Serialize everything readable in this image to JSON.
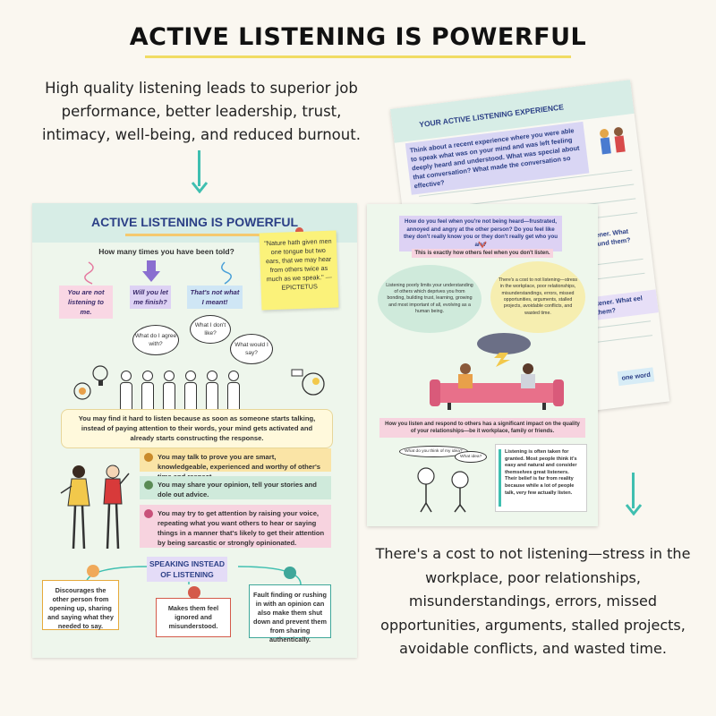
{
  "header": {
    "title": "ACTIVE LISTENING IS POWERFUL",
    "intro": "High quality listening leads to superior job performance, better leadership, trust, intimacy, well-being, and reduced burnout."
  },
  "sheet_left": {
    "title": "ACTIVE LISTENING IS POWERFUL",
    "question": "How many times you have been told?",
    "tags": [
      "You are not listening to me.",
      "Will you let me finish?",
      "That's not what I meant!"
    ],
    "quote": "\"Nature hath given men one tongue but two ears, that we may hear from others twice as much as we speak.\" — EPICTETUS",
    "bubbles": [
      "What do I agree with?",
      "What I don't like?",
      "What would I say?"
    ],
    "hard_to_listen": "You may find it hard to listen because as soon as someone starts talking, instead of paying attention to their words, your mind gets activated and already starts constructing the response.",
    "points": [
      "You may talk to prove you are smart, knowledgeable, experienced and worthy of other's time and respect.",
      "You may share your opinion, tell your stories and dole out advice.",
      "You may try to get attention by raising your voice, repeating what you want others to hear or saying things in a manner that's likely to get their attention by being sarcastic or strongly opinionated."
    ],
    "speaking_label": "SPEAKING INSTEAD OF LISTENING",
    "consequences": [
      "Discourages the other person from opening up, sharing and saying what they needed to say.",
      "Makes them feel ignored and misunderstood.",
      "Fault finding or rushing in with an opinion can also make them shut down and prevent them from sharing authentically."
    ]
  },
  "sheet_back": {
    "title": "YOUR ACTIVE LISTENING EXPERIENCE",
    "prompt": "Think about a recent experience where you were able to speak what was on your mind and was left feeling deeply heard and understood. What was special about that conversation? What made the conversation so effective?",
    "fragments": [
      "listener. What around them?",
      "rrible listener. What eel around them?",
      "one word"
    ]
  },
  "sheet_right": {
    "question": "How do you feel when you're not being heard—frustrated, annoyed and angry at the other person? Do you feel like they don't really know you or they don't really get who you are?",
    "banner": "This is exactly how others feel when you don't listen.",
    "cloud_left": "Listening poorly limits your understanding of others which deprives you from bonding, building trust, learning, growing and most important of all, evolving as a human being.",
    "cloud_right": "There's a cost to not listening—stress in the workplace, poor relationships, misunderstandings, errors, missed opportunities, arguments, stalled projects, avoidable conflicts, and wasted time.",
    "impact": "How you listen and respond to others has a significant impact on the quality of your relationships—be it workplace, family or friends.",
    "speech_a": "What do you think of my idea?",
    "speech_b": "What idea?",
    "card": "Listening is often taken for granted. Most people think it's easy and natural and consider themselves great listeners. Their belief is far from reality because while a lot of people talk, very few actually listen."
  },
  "footer": {
    "outro": "There's a cost to not listening—stress in the workplace, poor relationships, misunderstandings, errors, missed opportunities, arguments, stalled projects, avoidable conflicts, and wasted time."
  },
  "colors": {
    "accent": "#3fbfb0",
    "title_underline": "#f1dc63",
    "navy": "#2b3f86"
  }
}
